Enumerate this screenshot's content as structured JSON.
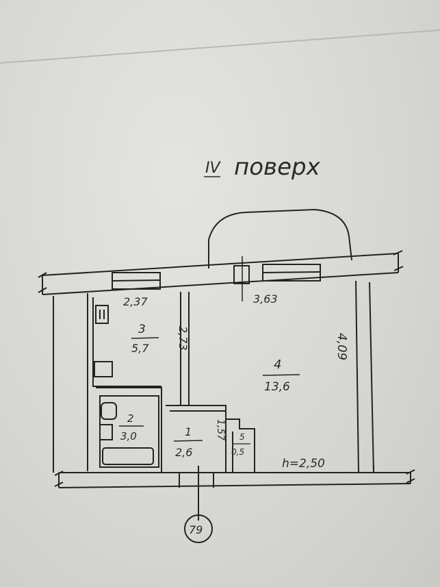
{
  "floor": {
    "roman": "IV",
    "word": "поверх"
  },
  "rooms": [
    {
      "id": "3",
      "number": "3",
      "area": "5,7"
    },
    {
      "id": "4",
      "number": "4",
      "area": "13,6"
    },
    {
      "id": "2",
      "number": "2",
      "area": "3,0"
    },
    {
      "id": "1",
      "number": "1",
      "area": "2,6"
    },
    {
      "id": "5",
      "number": "5",
      "area": "0,5"
    }
  ],
  "dimensions": {
    "kitchen_width": "2,37",
    "kitchen_depth": "2,73",
    "living_width": "3,63",
    "living_depth": "4,09",
    "hall_depth": "1,57",
    "ceiling_height": "h=2,50"
  },
  "unit_number": "79"
}
